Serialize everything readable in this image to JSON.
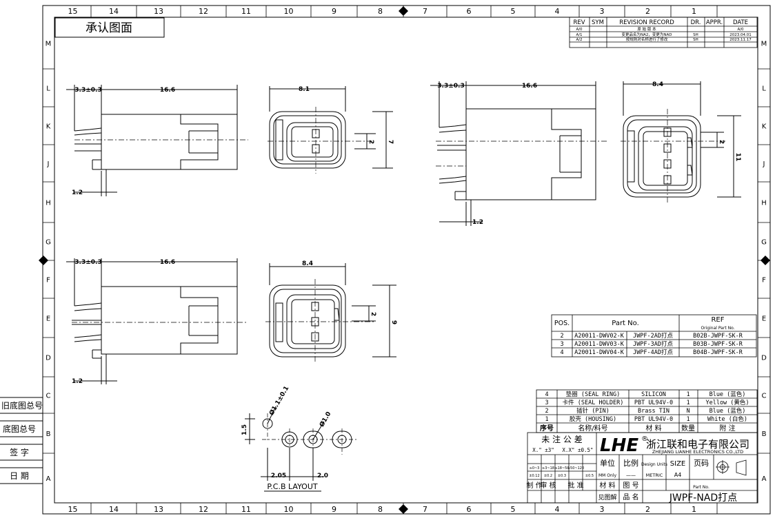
{
  "title_tag": "承认图面",
  "zone_columns": [
    "15",
    "14",
    "13",
    "12",
    "11",
    "10",
    "9",
    "8",
    "7",
    "6",
    "5",
    "4",
    "3",
    "2",
    "1"
  ],
  "zone_rows": [
    "M",
    "L",
    "K",
    "J",
    "H",
    "G",
    "F",
    "E",
    "D",
    "C",
    "B",
    "A"
  ],
  "side_labels": [
    "旧底图总号",
    "底图总号",
    "签 字",
    "日 期"
  ],
  "revision": {
    "headers": [
      "REV",
      "SYM",
      "REVISION RECORD",
      "DR.",
      "APPR.",
      "DATE"
    ],
    "rows": [
      {
        "rev": "A/0",
        "record": "原 始 版 本",
        "dr": "",
        "date": "A/0"
      },
      {
        "rev": "A/1",
        "record": "变更品名为NA2，变更为NAD",
        "dr": "SH",
        "date": "2023.04.01"
      },
      {
        "rev": "A/2",
        "record": "按规则对名称进行了修改",
        "dr": "SH",
        "date": "2023.11.17"
      }
    ]
  },
  "dims": {
    "pitch_offset": "3.3±0.3",
    "length": "16.6",
    "w2": "8.1",
    "w3": "8.4",
    "w4": "8.4",
    "h2": "7",
    "h3": "9",
    "h4": "11",
    "pin_pitch": "2",
    "pin_w": "1.2",
    "pcb_hole": "Ø1.1±0.1",
    "pcb_hole2": "Ø1.0",
    "pcb_h": "1.5",
    "pcb_p1": "2.05",
    "pcb_p2": "2.0"
  },
  "pcb_label": "P.C.B LAYOUT",
  "parts": {
    "head_pos": "POS.",
    "head_part": "Part No.",
    "head_ref": "REF",
    "head_ref_sub": "Original Part No.",
    "rows": [
      {
        "pos": "2",
        "pn": "A20011-DWV02-K",
        "name": "JWPF-2AD打点",
        "ref": "B02B-JWPF-SK-R"
      },
      {
        "pos": "3",
        "pn": "A20011-DWV03-K",
        "name": "JWPF-3AD打点",
        "ref": "B03B-JWPF-SK-R"
      },
      {
        "pos": "4",
        "pn": "A20011-DWV04-K",
        "name": "JWPF-4AD打点",
        "ref": "B04B-JWPF-SK-R"
      }
    ]
  },
  "bom": {
    "rows": [
      {
        "no": "4",
        "name": "垫圈 (SEAL RING)",
        "mat": "SILICON",
        "qty": "1",
        "note": "Blue (蓝色)"
      },
      {
        "no": "3",
        "name": "卡件 (SEAL HOLDER)",
        "mat": "PBT UL94V-0",
        "qty": "1",
        "note": "Yellow (黄色)"
      },
      {
        "no": "2",
        "name": "插针 (PIN)",
        "mat": "Brass TIN",
        "qty": "N",
        "note": "Blue (蓝色)"
      },
      {
        "no": "1",
        "name": "胶壳 (HOUSING)",
        "mat": "PBT UL94V-0",
        "qty": "1",
        "note": "White (白色)"
      }
    ],
    "head": {
      "no": "序号",
      "name": "名称/料号",
      "mat": "材  料",
      "qty": "数量",
      "note": "附  注"
    }
  },
  "title_block": {
    "tol_title": "未 注 公 差",
    "tol_x": "X.\" ±3\"",
    "tol_xx": "X.X\" ±0.5\"",
    "tol_ranges": [
      "≥0~3",
      "≥3~18",
      "≥18~50",
      "≥50~120"
    ],
    "tol_vals": [
      "±0.12",
      "±0.2",
      "±0.3",
      "±0.5"
    ],
    "logo": "LHE",
    "company_cn": "浙江联和电子有限公司",
    "company_en": "ZHEJIANG LIANHE ELECTRONICS CO.,LTD",
    "unit": "单位",
    "scale": "比例",
    "design_units": "Design Units",
    "size": "SIZE",
    "page": "页码",
    "mm_only": "MM Only",
    "dash": "——",
    "metric": "METRIC",
    "a4": "A4",
    "make": "制 作",
    "check": "审 核",
    "approve": "批 准",
    "material": "材 料",
    "drawing_no": "图 号",
    "partno": "Part No.",
    "see": "见图解",
    "pname": "品 名",
    "pname_val": "JWPF-NAD打点"
  }
}
